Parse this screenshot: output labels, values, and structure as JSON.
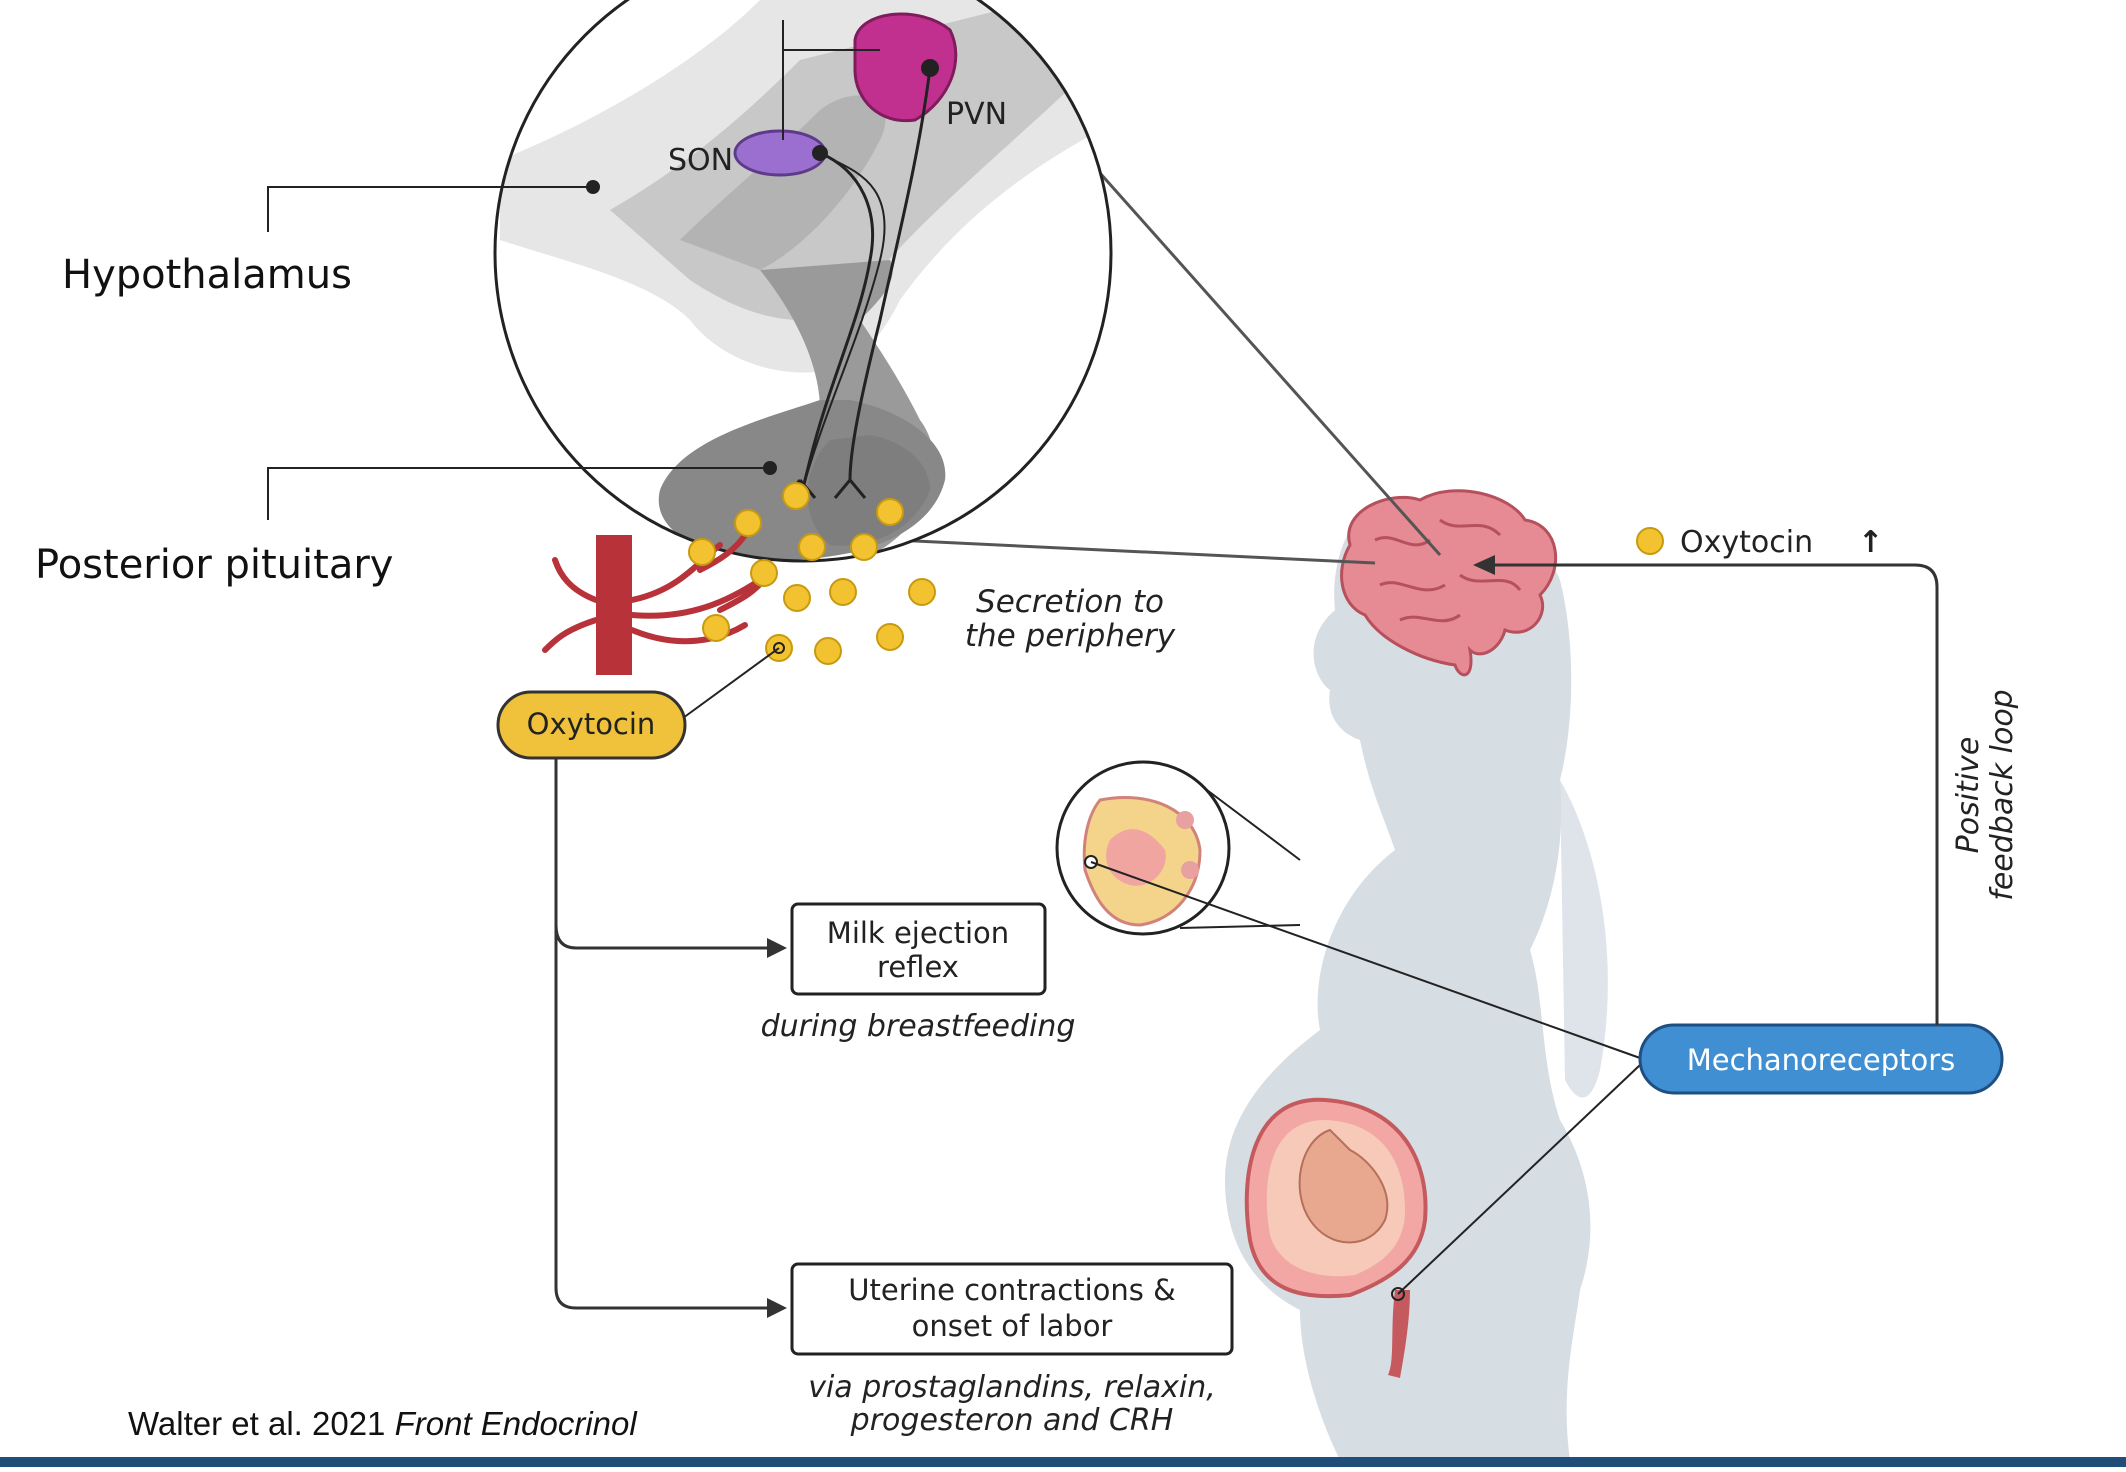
{
  "labels": {
    "hypothalamus": "Hypothalamus",
    "posterior_pituitary": "Posterior pituitary",
    "son": "SON",
    "pvn": "PVN",
    "secretion_line1": "Secretion to",
    "secretion_line2": "the periphery",
    "oxytocin_pill": "Oxytocin",
    "oxytocin_legend": "Oxytocin",
    "oxytocin_arrow": "↑",
    "feedback_line1": "Positive",
    "feedback_line2": "feedback loop",
    "mechanoreceptors": "Mechanoreceptors",
    "milk_line1": "Milk ejection",
    "milk_line2": "reflex",
    "milk_sub": "during breastfeeding",
    "uterine_line1": "Uterine contractions &",
    "uterine_line2": "onset of labor",
    "uterine_sub1": "via prostaglandins, relaxin,",
    "uterine_sub2": "progesteron and CRH"
  },
  "citation": {
    "authors": "Walter et al. 2021",
    "journal": "Front Endocrinol"
  },
  "colors": {
    "oxytocin_dot": "#f2c230",
    "oxytocin_pill": "#f0c13a",
    "mechanoreceptor_pill": "#3f8fd2",
    "son": "#9b6fd0",
    "pvn": "#c2308f",
    "brain": "#e68a94",
    "silhouette": "#d6dde3",
    "blood_vessel": "#b8323a",
    "footer_bar": "#1f4e7a"
  }
}
